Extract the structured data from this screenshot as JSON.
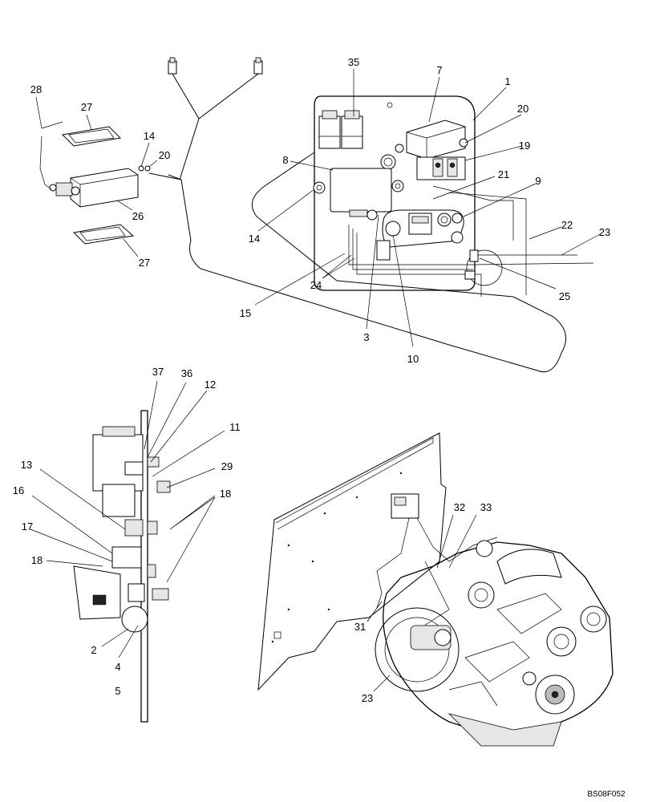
{
  "figure_id": "BS08F052",
  "callouts": {
    "c35": "35",
    "c7": "7",
    "c1": "1",
    "c20a": "20",
    "c19": "19",
    "c8": "8",
    "c21": "21",
    "c9": "9",
    "c22": "22",
    "c23a": "23",
    "c14a": "14",
    "c24": "24",
    "c25": "25",
    "c15": "15",
    "c3": "3",
    "c10": "10",
    "c28": "28",
    "c27a": "27",
    "c14b": "14",
    "c20b": "20",
    "c26": "26",
    "c27b": "27",
    "c37": "37",
    "c36": "36",
    "c12": "12",
    "c11": "11",
    "c29": "29",
    "c18a": "18",
    "c13": "13",
    "c16": "16",
    "c17": "17",
    "c18b": "18",
    "c2": "2",
    "c4": "4",
    "c5": "5",
    "c32": "32",
    "c33": "33",
    "c31": "31",
    "c23b": "23"
  }
}
